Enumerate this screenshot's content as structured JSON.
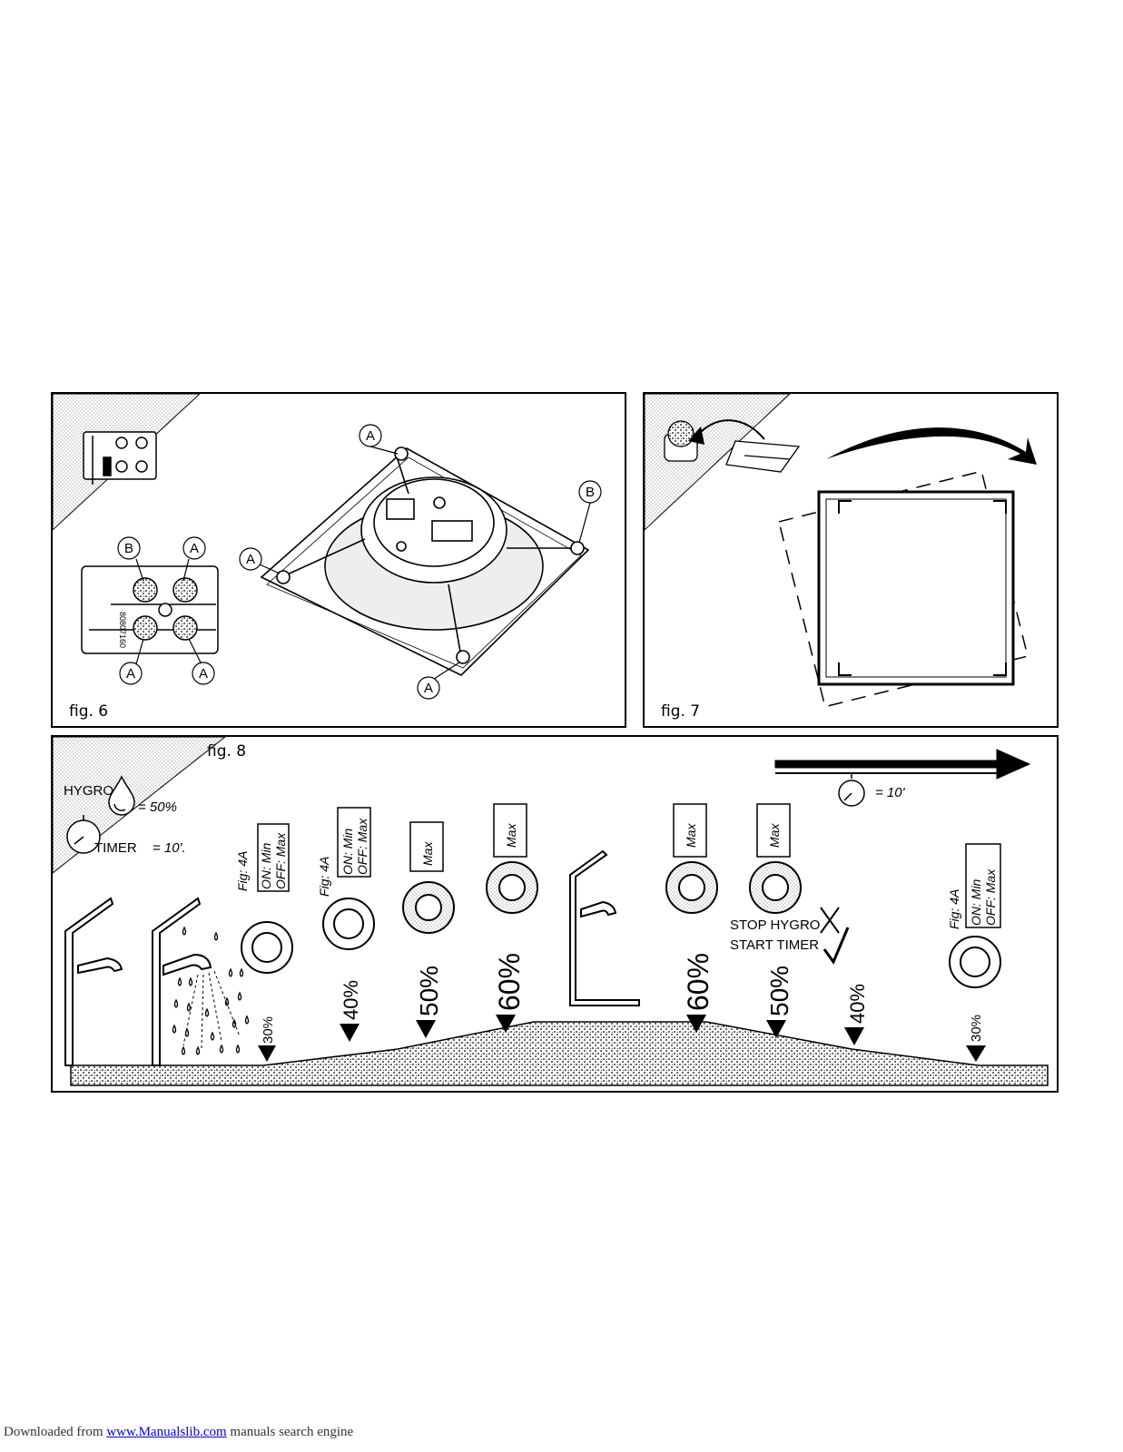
{
  "fig6": {
    "label": "fig. 6",
    "callouts": [
      "A",
      "A",
      "A",
      "B",
      "B",
      "A",
      "A",
      "A"
    ],
    "part_code": "80807160"
  },
  "fig7": {
    "label": "fig. 7"
  },
  "fig8": {
    "label": "fig. 8",
    "legend": {
      "hygro_label": "HYGRO",
      "hygro_value": "= 50%",
      "timer_label": "TIMER",
      "timer_value": "= 10'.",
      "stopwatch_value": "= 10'"
    },
    "steps": [
      {
        "percent": "30%",
        "mode_line1": "Fig: 4A",
        "mode_line2": "ON: Min",
        "mode_line3": "OFF: Max"
      },
      {
        "percent": "40%",
        "mode_line1": "Fig: 4A",
        "mode_line2": "ON: Min",
        "mode_line3": "OFF: Max"
      },
      {
        "percent": "50%",
        "mode_line1": "Max"
      },
      {
        "percent": "60%",
        "mode_line1": "Max"
      },
      {
        "percent": "60%",
        "mode_line1": "Max"
      },
      {
        "percent": "50%",
        "mode_line1": "Max"
      },
      {
        "percent": "40%"
      },
      {
        "percent": "30%",
        "mode_line1": "Fig: 4A",
        "mode_line2": "ON: Min",
        "mode_line3": "OFF: Max"
      }
    ],
    "stop_hygro": "STOP HYGRO",
    "start_timer": "START TIMER"
  },
  "footer": {
    "prefix": "Downloaded from ",
    "link": "www.Manualslib.com",
    "suffix": " manuals search engine"
  }
}
